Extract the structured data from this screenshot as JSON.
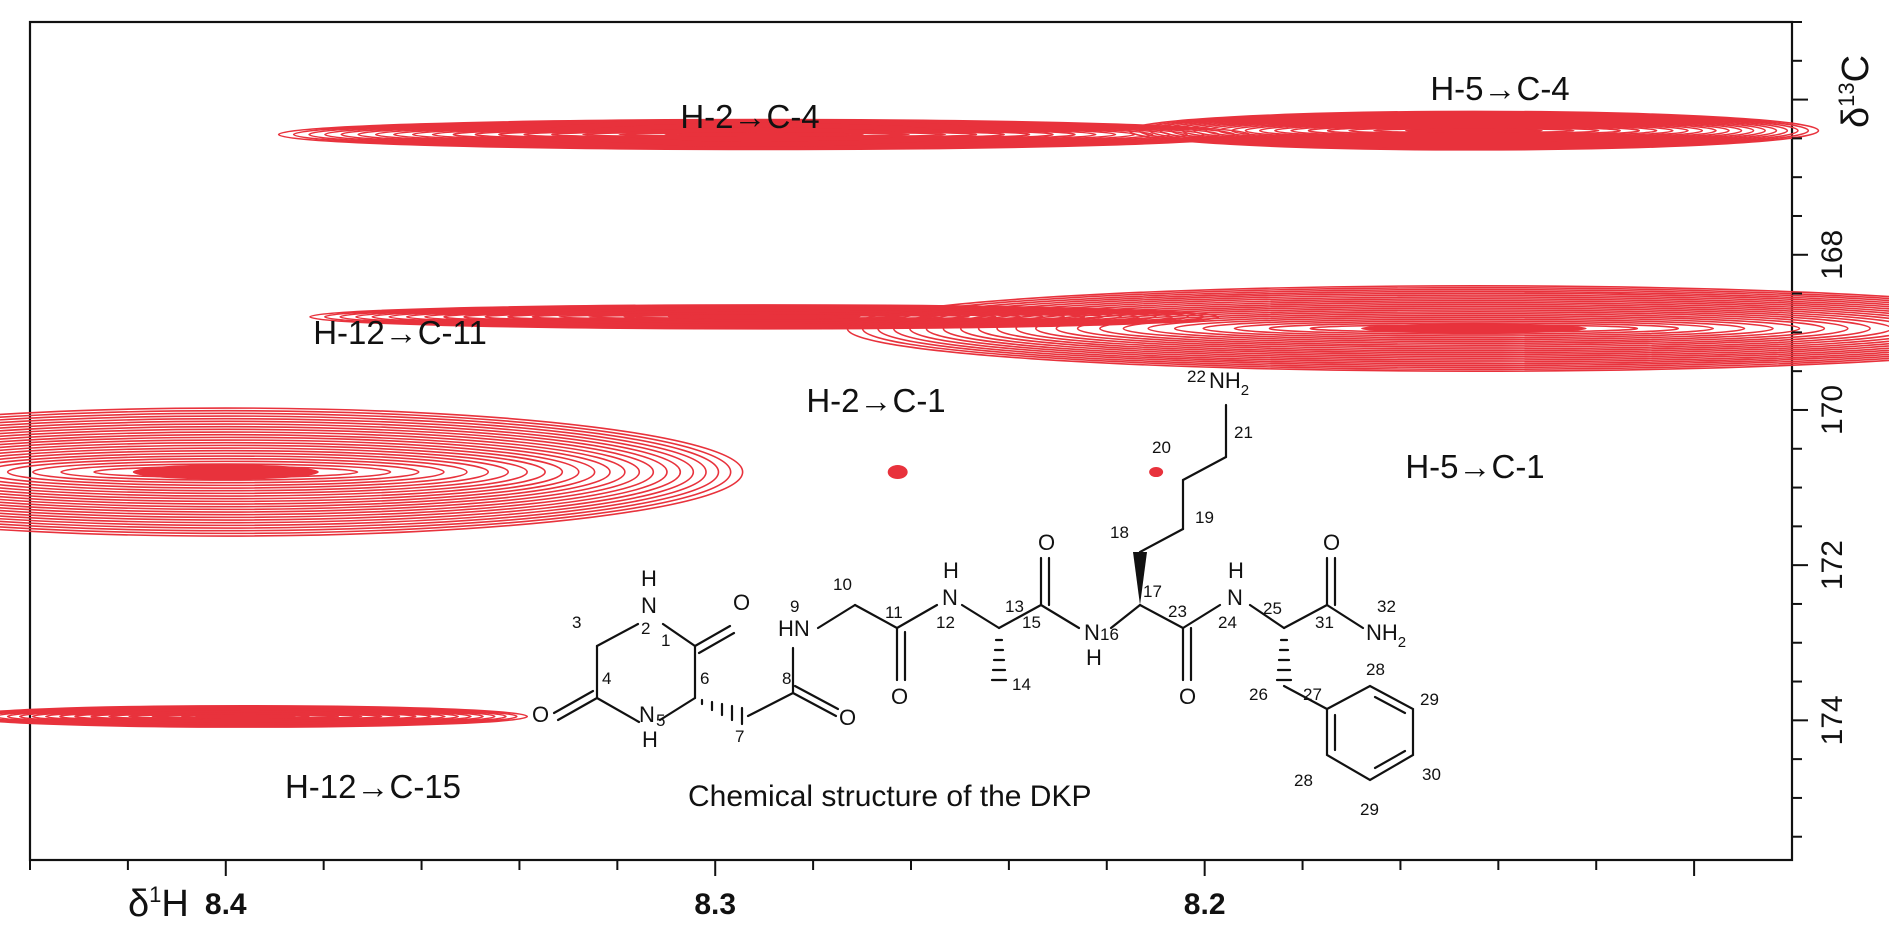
{
  "chart_data": {
    "type": "heatmap",
    "subtype": "2D NMR contour plot (HMBC)",
    "x_axis": {
      "nucleus": "1",
      "label_symbol": "δ",
      "label_element": "H",
      "range": [
        8.44,
        8.08
      ],
      "reversed": true,
      "tick_labels": [
        "8.4",
        "8.3",
        "8.2"
      ],
      "tick_values": [
        8.4,
        8.3,
        8.2
      ]
    },
    "y_axis": {
      "nucleus": "13",
      "label_symbol": "δ",
      "label_element": "C",
      "range": [
        165.0,
        175.8
      ],
      "reversed": true,
      "tick_labels": [
        "168",
        "170",
        "172",
        "174"
      ],
      "tick_values": [
        168,
        170,
        172,
        174
      ],
      "position": "right"
    },
    "contour_color": "#e8323c",
    "peaks": [
      {
        "label": "H-12→C-11",
        "x": 8.4,
        "y": 170.8,
        "width_ppm": 0.033,
        "height_ppm": 1.5,
        "intensity": 1.0
      },
      {
        "label": "H-12→C-15",
        "x": 8.396,
        "y": 173.95,
        "width_ppm": 0.018,
        "height_ppm": 0.25,
        "intensity": 0.45
      },
      {
        "label": "H-2→C-4",
        "x": 8.29,
        "y": 166.45,
        "width_ppm": 0.031,
        "height_ppm": 0.35,
        "intensity": 0.65
      },
      {
        "label": "H-2→C-1",
        "x": 8.29,
        "y": 168.8,
        "width_ppm": 0.029,
        "height_ppm": 0.28,
        "intensity": 0.55
      },
      {
        "label": "H-5→C-4",
        "x": 8.145,
        "y": 166.4,
        "width_ppm": 0.022,
        "height_ppm": 0.45,
        "intensity": 0.7
      },
      {
        "label": "H-5→C-1",
        "x": 8.145,
        "y": 168.95,
        "width_ppm": 0.04,
        "height_ppm": 1.0,
        "intensity": 0.95
      }
    ],
    "annotations": [
      "H-2→C-4",
      "H-5→C-4",
      "H-12→C-11",
      "H-2→C-1",
      "H-5→C-1",
      "H-12→C-15"
    ]
  },
  "structure": {
    "caption": "Chemical structure of the DKP",
    "atoms": {
      "nh2_22": "NH",
      "sub2": "2",
      "n2": "N",
      "h2": "H",
      "o1": "O",
      "o4": "O",
      "o8": "O",
      "o11": "O",
      "o15": "O",
      "o23": "O",
      "o31": "O",
      "n5": "N",
      "h5": "H",
      "hn9": "HN",
      "n12": "N",
      "h12": "H",
      "n16": "N",
      "h16": "H",
      "n24": "N",
      "h24": "H",
      "nh2_32": "NH"
    },
    "numbers": [
      "1",
      "2",
      "3",
      "4",
      "5",
      "6",
      "7",
      "8",
      "9",
      "10",
      "11",
      "12",
      "13",
      "14",
      "15",
      "16",
      "17",
      "18",
      "19",
      "20",
      "21",
      "22",
      "23",
      "24",
      "25",
      "26",
      "27",
      "28",
      "28",
      "29",
      "29",
      "30",
      "31",
      "32"
    ]
  }
}
